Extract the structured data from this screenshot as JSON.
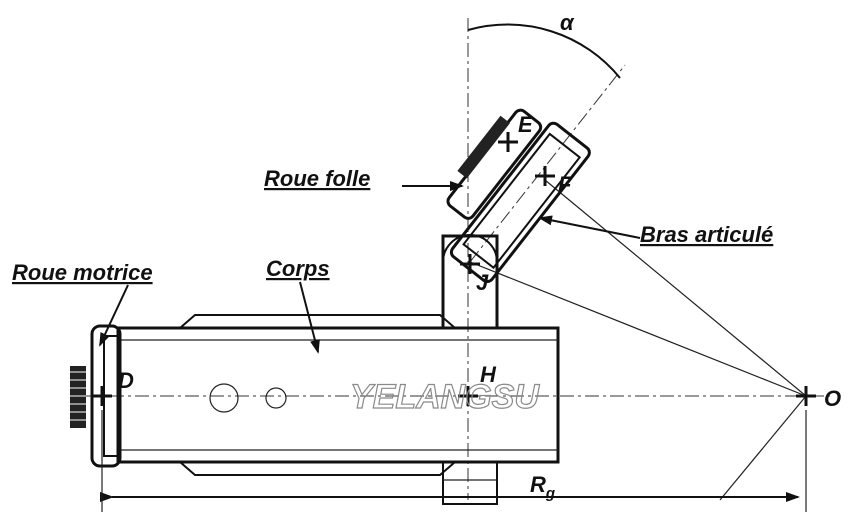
{
  "labels": {
    "roue_motrice": "Roue motrice",
    "corps": "Corps",
    "roue_folle": "Roue folle",
    "bras_articule": "Bras articulé"
  },
  "points": {
    "D": "D",
    "H": "H",
    "J": "J",
    "E": "E",
    "F": "F",
    "O": "O"
  },
  "angle": "α",
  "radius": {
    "main": "R",
    "sub": "g"
  },
  "watermark": "YELANGSU"
}
